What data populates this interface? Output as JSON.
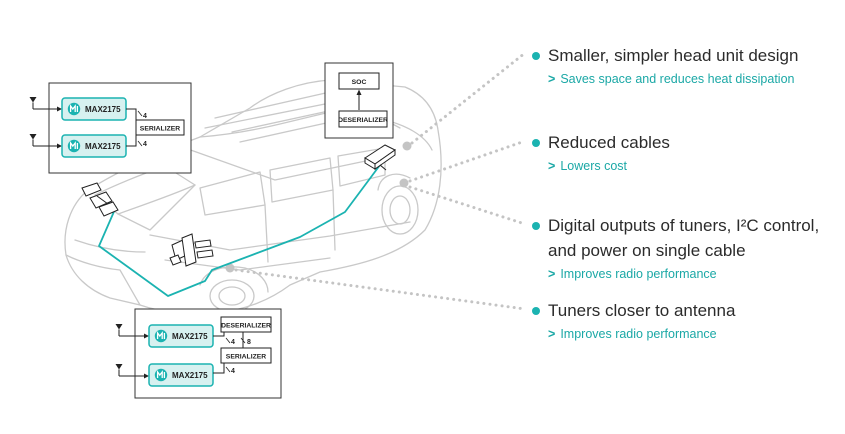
{
  "colors": {
    "accent": "#1bb3b1",
    "chip_fill": "#d7f1f0",
    "text_dark": "#2b2b2b",
    "car_outline": "#c9c9c9",
    "dotted_leader": "#c4c4c4"
  },
  "top_left_module": {
    "chips": [
      "MAX2175",
      "MAX2175"
    ],
    "box": "SERIALIZER",
    "lanes": [
      "4",
      "4"
    ]
  },
  "head_unit_module": {
    "top_box": "SOC",
    "bottom_box": "DESERIALIZER"
  },
  "bottom_module": {
    "chips": [
      "MAX2175",
      "MAX2175"
    ],
    "top_box": "DESERIALIZER",
    "bottom_box": "SERIALIZER",
    "lanes": [
      "4",
      "8",
      "4"
    ]
  },
  "benefits": [
    {
      "title_lines": [
        "Smaller, simpler head unit design"
      ],
      "sub": "Saves space and reduces heat dissipation"
    },
    {
      "title_lines": [
        "Reduced cables"
      ],
      "sub": "Lowers cost"
    },
    {
      "title_lines": [
        "Digital outputs of tuners, I²C control,",
        "and power on single cable"
      ],
      "sub": "Improves radio performance"
    },
    {
      "title_lines": [
        "Tuners closer to antenna"
      ],
      "sub": "Improves radio performance"
    }
  ],
  "sub_marker": ">",
  "icons": [
    "maxim-logo-icon",
    "antenna-icon",
    "bullet-dot-icon"
  ]
}
